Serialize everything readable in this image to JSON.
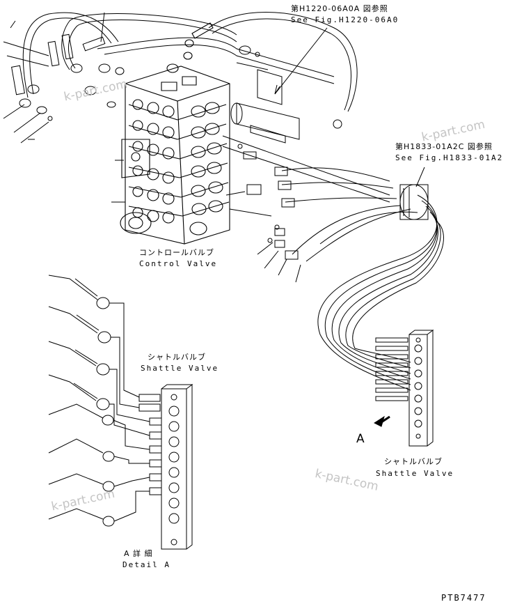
{
  "references": {
    "top_jp": "第H1220-06A0A 図参照",
    "top_en": "See Fig.H1220-06A0",
    "mid_jp": "第H1833-01A2C 図参照",
    "mid_en": "See Fig.H1833-01A2"
  },
  "labels": {
    "control_valve_jp": "コントロールバルブ",
    "control_valve_en": "Control Valve",
    "shuttle_valve_jp": "シャトルバルブ",
    "shuttle_valve_en": "Shattle Valve",
    "shuttle_valve_right_jp": "シャトルバルブ",
    "shuttle_valve_right_en": "Shattle Valve",
    "detail_jp": "A 詳 細",
    "detail_en": "Detail A",
    "view_marker": "A",
    "drawing_number": "PTB7477"
  },
  "watermarks": [
    "k-part.com",
    "k-part.com",
    "k-part.com",
    "k-part.com"
  ],
  "colors": {
    "line": "#000000",
    "watermark": "#c4c4c4",
    "background": "#ffffff"
  }
}
